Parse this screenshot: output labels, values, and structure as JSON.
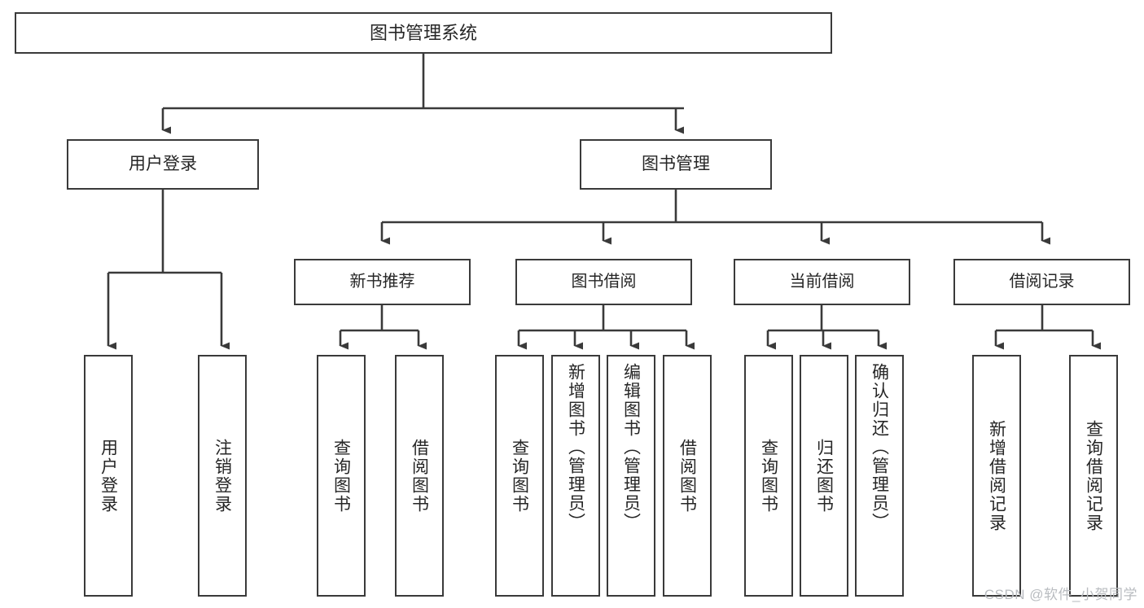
{
  "diagram": {
    "type": "tree-hierarchy",
    "title": "图书管理系统",
    "root": {
      "label": "图书管理系统"
    },
    "level1": [
      {
        "label": "用户登录"
      },
      {
        "label": "图书管理"
      }
    ],
    "level2": [
      {
        "label": "新书推荐"
      },
      {
        "label": "图书借阅"
      },
      {
        "label": "当前借阅"
      },
      {
        "label": "借阅记录"
      }
    ],
    "leaves": {
      "user_login": [
        {
          "label": "用户登录"
        },
        {
          "label": "注销登录"
        }
      ],
      "new_book_recommend": [
        {
          "label": "查询图书"
        },
        {
          "label": "借阅图书"
        }
      ],
      "book_borrow": [
        {
          "label": "查询图书"
        },
        {
          "label": "新增图书（管理员）"
        },
        {
          "label": "编辑图书（管理员）"
        },
        {
          "label": "借阅图书"
        }
      ],
      "current_borrow": [
        {
          "label": "查询图书"
        },
        {
          "label": "归还图书"
        },
        {
          "label": "确认归还（管理员）"
        }
      ],
      "borrow_record": [
        {
          "label": "新增借阅记录"
        },
        {
          "label": "查询借阅记录"
        }
      ]
    },
    "watermark": "CSDN @软件_小贺同学",
    "colors": {
      "stroke": "#3a3a3a",
      "fill": "#ffffff",
      "text": "#262626",
      "watermark": "#b9bcc0"
    }
  }
}
